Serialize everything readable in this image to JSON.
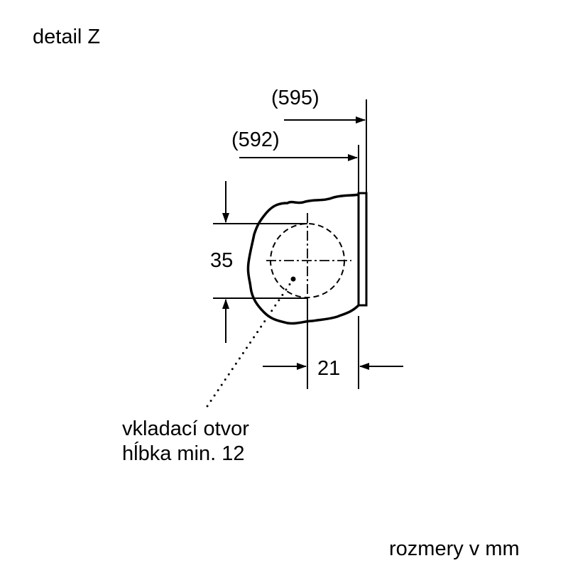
{
  "title": "detail Z",
  "dimensions": {
    "overall_width": "(595)",
    "body_width": "(592)",
    "hole_diameter": "35",
    "hole_offset": "21"
  },
  "annotation": {
    "line1": "vkladací otvor",
    "line2": "hĺbka min. 12"
  },
  "units_note": "rozmery v mm",
  "colors": {
    "ink": "#000000",
    "background": "#ffffff"
  }
}
